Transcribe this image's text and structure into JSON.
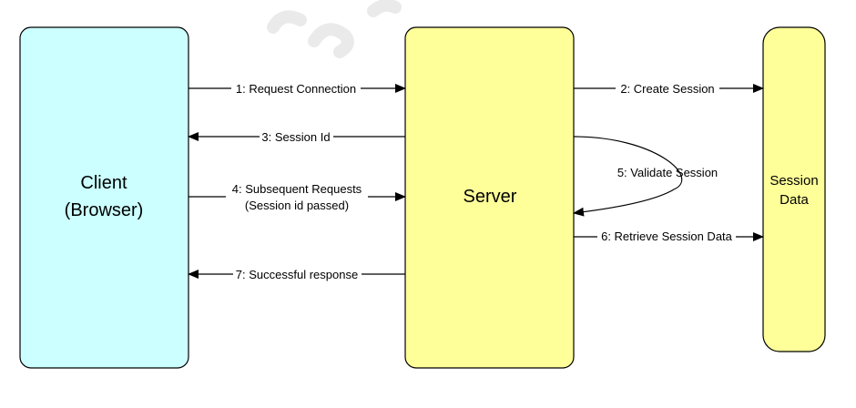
{
  "nodes": {
    "client": {
      "line1": "Client",
      "line2": "(Browser)",
      "fill": "#ccffff"
    },
    "server": {
      "label": "Server",
      "fill": "#ffff99"
    },
    "session_data": {
      "line1": "Session",
      "line2": "Data",
      "fill": "#ffff99"
    }
  },
  "messages": {
    "m1": "1: Request Connection",
    "m2": "2: Create Session",
    "m3": "3: Session Id",
    "m4_line1": "4: Subsequent Requests",
    "m4_line2": "(Session id passed)",
    "m5": "5: Validate Session",
    "m6": "6: Retrieve Session Data",
    "m7": "7: Successful response"
  },
  "colors": {
    "stroke": "#000000",
    "arrow": "#000000"
  }
}
